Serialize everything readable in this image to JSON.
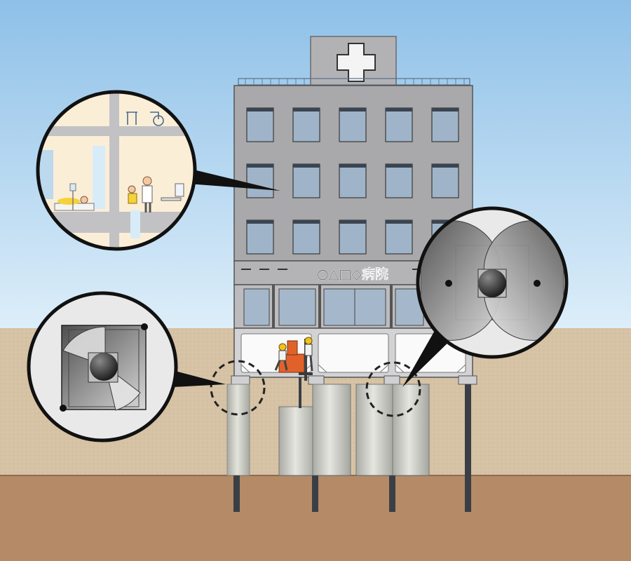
{
  "building": {
    "sign_text": "○△□◇病院",
    "cross_symbol": "medical-cross"
  },
  "callouts": [
    {
      "name": "hospital-interior-callout",
      "depicts": "hospital-rooms"
    },
    {
      "name": "left-column-joint-callout",
      "depicts": "column-joint-detail"
    },
    {
      "name": "right-column-joint-callout",
      "depicts": "column-joint-detail"
    }
  ],
  "colors": {
    "sky_top": "#8ec0e8",
    "sky_bottom": "#ddeef9",
    "ground_upper": "#d6c2a4",
    "ground_lower": "#b58a67",
    "building_wall": "#a9a9ab",
    "window": "#9fb4c8",
    "worker_machine": "#e0622a",
    "helmet": "#f2c21a"
  }
}
